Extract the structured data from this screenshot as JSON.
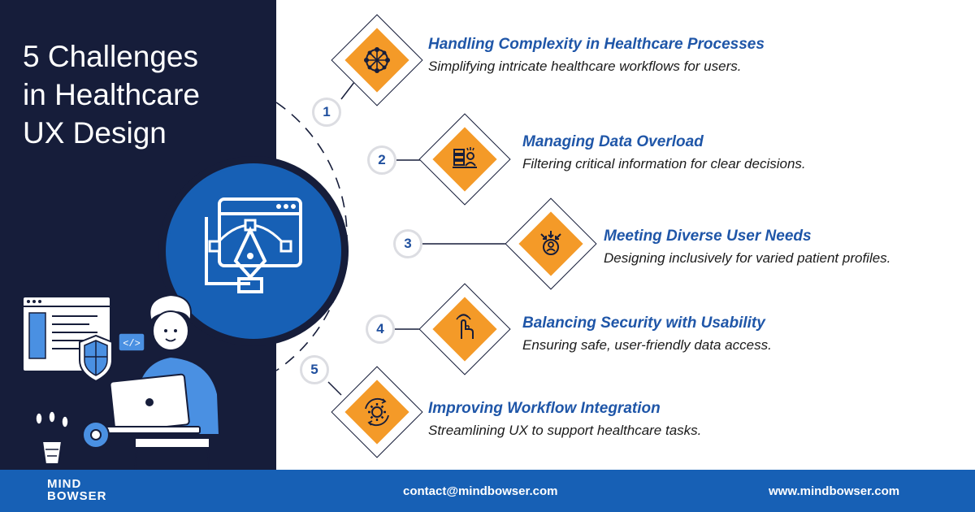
{
  "title": {
    "line1": "5 Challenges",
    "line2": "in Healthcare",
    "line3": "UX Design"
  },
  "colors": {
    "navy": "#161d3a",
    "blue": "#1760b5",
    "orange": "#f49a28",
    "title_blue": "#1f56a8"
  },
  "items": [
    {
      "number": "1",
      "title": "Handling Complexity in Healthcare Processes",
      "description": "Simplifying intricate healthcare workflows for users.",
      "icon": "network-icon"
    },
    {
      "number": "2",
      "title": "Managing Data Overload",
      "description": "Filtering critical information for clear decisions.",
      "icon": "data-stack-icon"
    },
    {
      "number": "3",
      "title": "Meeting Diverse User Needs",
      "description": "Designing inclusively for varied patient profiles.",
      "icon": "user-target-icon"
    },
    {
      "number": "4",
      "title": "Balancing Security with Usability",
      "description": "Ensuring safe, user-friendly data access.",
      "icon": "touch-hand-icon"
    },
    {
      "number": "5",
      "title": "Improving Workflow Integration",
      "description": "Streamlining UX to support healthcare tasks.",
      "icon": "gear-cycle-icon"
    }
  ],
  "illustration": {
    "code_tag": "</>"
  },
  "footer": {
    "logo_line1": "MIND",
    "logo_line2": "BOWSER",
    "email": "contact@mindbowser.com",
    "website": "www.mindbowser.com"
  }
}
